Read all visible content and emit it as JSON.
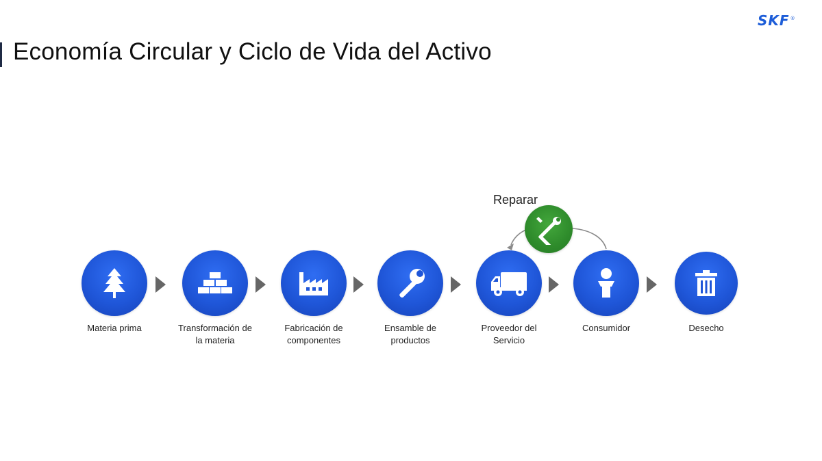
{
  "header": {
    "title": "Economía Circular y Ciclo de Vida del Activo",
    "logo_text": "SKF"
  },
  "colors": {
    "step_blue": "#1f56d8",
    "repair_green": "#2e8b2b",
    "arrow_gray": "#666666",
    "logo_blue": "#1d5dd8"
  },
  "steps": [
    {
      "icon": "tree-icon",
      "label_line1": "Materia prima",
      "label_line2": ""
    },
    {
      "icon": "bricks-icon",
      "label_line1": "Transformación de",
      "label_line2": "la materia"
    },
    {
      "icon": "factory-icon",
      "label_line1": "Fabricación de",
      "label_line2": "componentes"
    },
    {
      "icon": "wrench-icon",
      "label_line1": "Ensamble de",
      "label_line2": "productos"
    },
    {
      "icon": "truck-icon",
      "label_line1": "Proveedor del",
      "label_line2": "Servicio"
    },
    {
      "icon": "person-icon",
      "label_line1": "Consumidor",
      "label_line2": ""
    },
    {
      "icon": "trash-icon",
      "label_line1": "Desecho",
      "label_line2": ""
    }
  ],
  "repair": {
    "label": "Reparar",
    "icon": "tools-icon"
  }
}
